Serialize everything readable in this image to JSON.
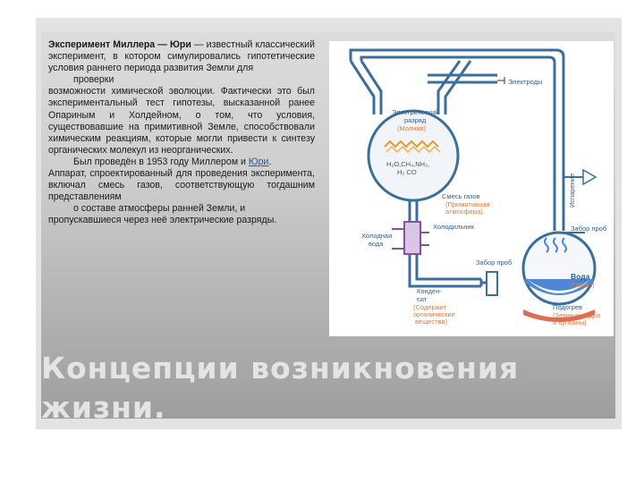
{
  "text": {
    "p1_term": "Эксперимент Миллера — Юри",
    "p1_rest": " — известный классический эксперимент, в котором симулировались гипотетические условия раннего периода развития Земли для",
    "p1_cont": "проверки",
    "p2": "возможности химической эволюции. Фактически это был экспериментальный тест гипотезы, высказанной ранее Опариным и Холдейном, о том, что условия, существовавшие на примитивной Земле, способствовали химическим реакциям, которые могли привести к синтезу органических молекул из неорганических.",
    "p3_pre": "Был проведён в 1953 году Миллером и ",
    "p3_link": "Юри",
    "p3_post": ".",
    "p4": "Аппарат, спроектированный для проведения эксперимента, включал смесь газов, соответствующую тогдашним представлениям",
    "p4_cont": "о составе атмосферы ранней Земли, и",
    "p5": "пропускавшиеся через неё электрические разряды."
  },
  "diagram": {
    "electrodes": "Электроды",
    "spark_l1": "Электрический",
    "spark_l2": "разряд",
    "spark_sub": "(Молния)",
    "gases_l1": "H₂O,CH₄,NH₃,",
    "gases_l2": "H₂ CO",
    "mix_title": "Смесь газов",
    "mix_sub1": "(Примитивная",
    "mix_sub2": "атмосфера)",
    "cold_l1": "Холодная",
    "cold_l2": "вода",
    "condenser": "Холодильник",
    "vacuum": "Испарение",
    "sampling_top": "Забор проб",
    "sampling_low": "Забор проб",
    "water_title": "Вода",
    "water_sub": "(Океан)",
    "cond_title": "Конден-",
    "cond_title2": "сат",
    "cond_sub1": "(Содержит",
    "cond_sub2": "органические",
    "cond_sub3": "вещества)",
    "heat_title": "Подогрев",
    "heat_sub1": "(Земные недра",
    "heat_sub2": "и вулканы)"
  },
  "title": {
    "line1": "Концепции возникновения",
    "line2": "жизни."
  },
  "colors": {
    "tube": "#3a6f9c",
    "spark": "#e59a2a",
    "water": "#4f86d6",
    "heater": "#e06a55",
    "condenser": "#8a4fa0",
    "label": "#2e5f8c",
    "label_sub": "#e07a3a"
  }
}
